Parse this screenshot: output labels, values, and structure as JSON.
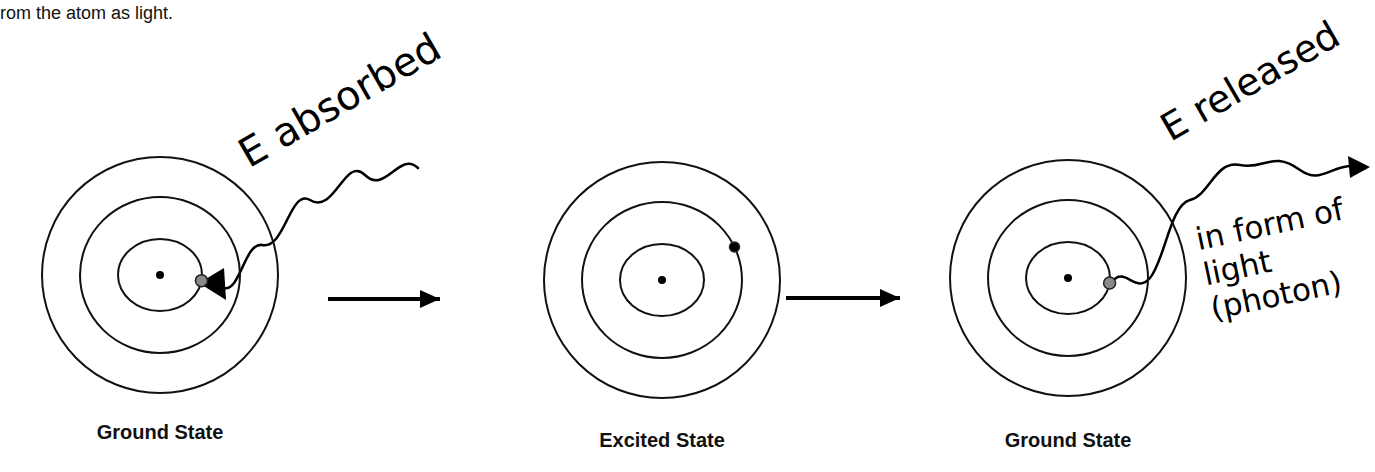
{
  "diagram": {
    "nodes": [
      {
        "text": [
          "Ground State"
        ]
      },
      {
        "text": [
          "Excited State"
        ]
      },
      {
        "text": [
          "Ground State"
        ]
      }
    ],
    "edges": [
      {
        "from": 0,
        "to": 1,
        "arrow": "to"
      },
      {
        "from": 1,
        "to": 2,
        "arrow": "to"
      }
    ],
    "labels": [
      "rom the atom as light.",
      "E absorbed",
      "E released",
      "in form of light (photon)"
    ]
  }
}
